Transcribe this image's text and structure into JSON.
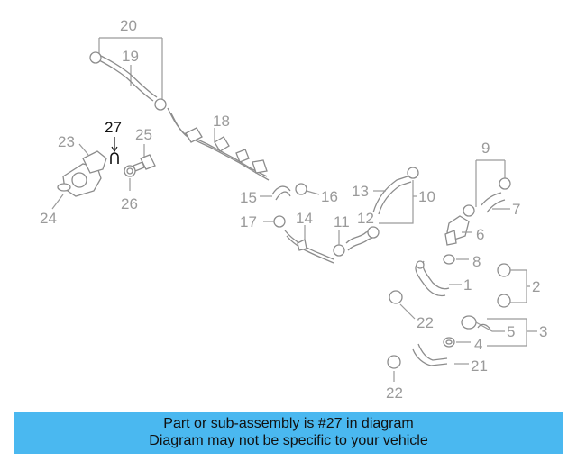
{
  "diagram": {
    "highlighted_callout": "27",
    "callouts": [
      {
        "id": "c20",
        "label": "20"
      },
      {
        "id": "c19",
        "label": "19"
      },
      {
        "id": "c18",
        "label": "18"
      },
      {
        "id": "c27",
        "label": "27"
      },
      {
        "id": "c25",
        "label": "25"
      },
      {
        "id": "c23",
        "label": "23"
      },
      {
        "id": "c26",
        "label": "26"
      },
      {
        "id": "c24",
        "label": "24"
      },
      {
        "id": "c15",
        "label": "15"
      },
      {
        "id": "c16",
        "label": "16"
      },
      {
        "id": "c17",
        "label": "17"
      },
      {
        "id": "c14",
        "label": "14"
      },
      {
        "id": "c11",
        "label": "11"
      },
      {
        "id": "c12",
        "label": "12"
      },
      {
        "id": "c13",
        "label": "13"
      },
      {
        "id": "c10",
        "label": "10"
      },
      {
        "id": "c9",
        "label": "9"
      },
      {
        "id": "c7",
        "label": "7"
      },
      {
        "id": "c6",
        "label": "6"
      },
      {
        "id": "c8",
        "label": "8"
      },
      {
        "id": "c2",
        "label": "2"
      },
      {
        "id": "c1",
        "label": "1"
      },
      {
        "id": "c22a",
        "label": "22"
      },
      {
        "id": "c5",
        "label": "5"
      },
      {
        "id": "c3",
        "label": "3"
      },
      {
        "id": "c4",
        "label": "4"
      },
      {
        "id": "c21",
        "label": "21"
      },
      {
        "id": "c22b",
        "label": "22"
      }
    ],
    "colors": {
      "highlight": "#111111",
      "callout": "#9a9a9a",
      "banner": "#4ab8f0"
    }
  },
  "banner": {
    "line1": "Part or sub-assembly is #27 in diagram",
    "line2": "Diagram may not be specific to your vehicle"
  }
}
